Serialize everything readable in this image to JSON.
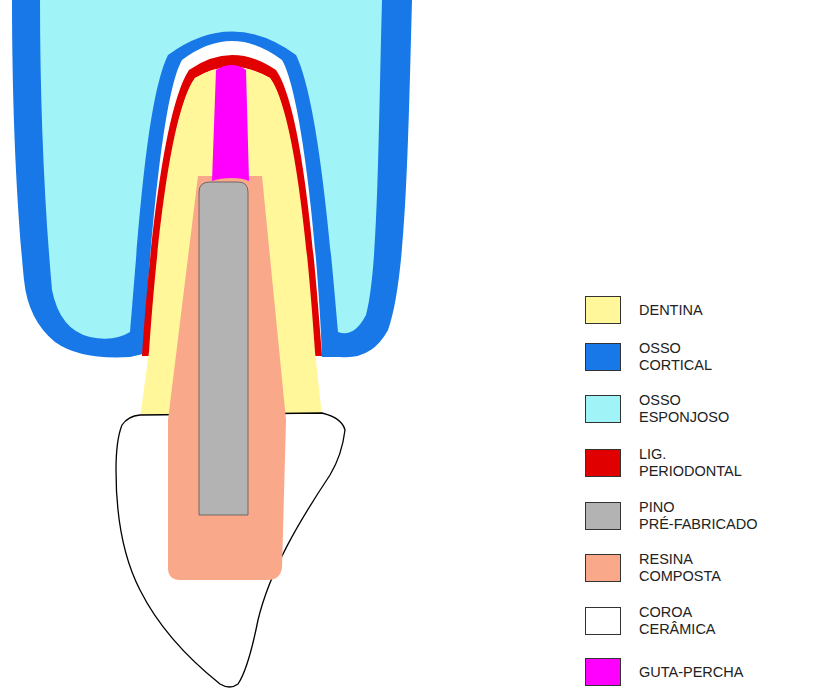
{
  "diagram": {
    "legend": [
      {
        "text": "DENTINA",
        "color": "#fff799"
      },
      {
        "text": "OSSO CORTICAL",
        "color": "#1878e8"
      },
      {
        "text": "OSSO ESPONJOSO",
        "color": "#a0f4f7"
      },
      {
        "text": "LIG. PERIODONTAL",
        "color": "#e00000"
      },
      {
        "text": "PINO PRÉ-FABRICADO",
        "color": "#b3b3b3"
      },
      {
        "text": "RESINA COMPOSTA",
        "color": "#f9a88a"
      },
      {
        "text": "COROA CERÂMICA",
        "color": "#ffffff"
      },
      {
        "text": "GUTA-PERCHA",
        "color": "#ff00ff"
      }
    ]
  }
}
